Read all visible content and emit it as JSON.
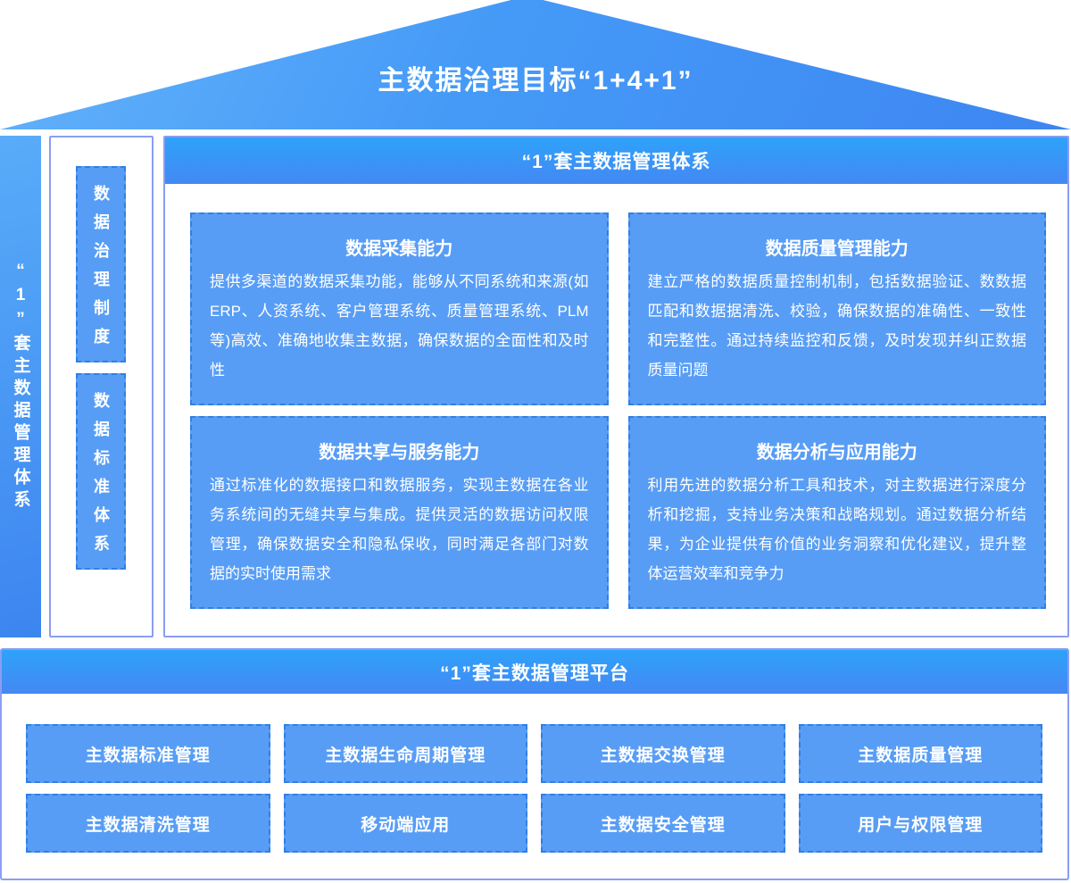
{
  "roof": {
    "title": "主数据治理目标“1+4+1”"
  },
  "left_system": {
    "label": "“1”套主数据管理体系"
  },
  "pillars": [
    {
      "label": "数据治理制度"
    },
    {
      "label": "数据标准体系"
    }
  ],
  "management_system": {
    "header": "“1”套主数据管理体系",
    "capabilities": [
      {
        "title": "数据采集能力",
        "desc": "提供多渠道的数据采集功能，能够从不同系统和来源(如ERP、人资系统、客户管理系统、质量管理系统、PLM等)高效、准确地收集主数据，确保数据的全面性和及时性"
      },
      {
        "title": "数据质量管理能力",
        "desc": "建立严格的数据质量控制机制，包括数据验证、数数据匹配和数据据清洗、校验，确保数据的准确性、一致性和完整性。通过持续监控和反馈，及时发现并纠正数据质量问题"
      },
      {
        "title": "数据共享与服务能力",
        "desc": "通过标准化的数据接口和数据服务，实现主数据在各业务系统间的无缝共享与集成。提供灵活的数据访问权限管理，确保数据安全和隐私保收，同时满足各部门对数据的实时使用需求"
      },
      {
        "title": "数据分析与应用能力",
        "desc": "利用先进的数据分析工具和技术，对主数据进行深度分析和挖掘，支持业务决策和战略规划。通过数据分析结果，为企业提供有价值的业务洞察和优化建议，提升整体运营效率和竞争力"
      }
    ]
  },
  "platform": {
    "header": "“1”套主数据管理平台",
    "modules": [
      {
        "label": "主数据标准管理"
      },
      {
        "label": "主数据生命周期管理"
      },
      {
        "label": "主数据交换管理"
      },
      {
        "label": "主数据质量管理"
      },
      {
        "label": "主数据清洗管理"
      },
      {
        "label": "移动端应用"
      },
      {
        "label": "主数据安全管理"
      },
      {
        "label": "用户与权限管理"
      }
    ]
  },
  "colors": {
    "box_fill": "#589df5",
    "box_dash_border": "#2f7fe6",
    "panel_border": "#8a9ef2",
    "header_gradient_top": "#2ea2f9",
    "header_gradient_bottom": "#4488f4",
    "roof_gradient_light": "#63b2fa",
    "roof_gradient_dark": "#3d86f2",
    "text": "#ffffff"
  }
}
